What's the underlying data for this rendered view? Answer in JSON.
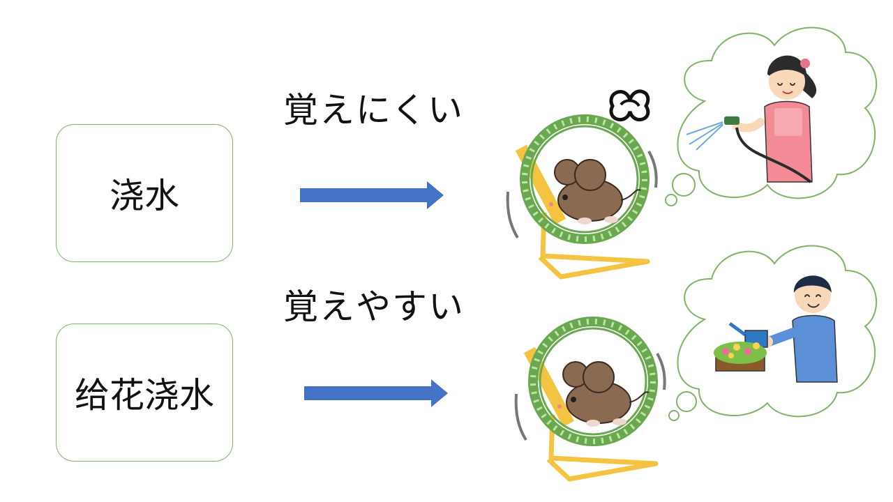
{
  "rows": [
    {
      "word": "浇水",
      "verdict": "覚えにくい"
    },
    {
      "word": "给花浇水",
      "verdict": "覚えやすい"
    }
  ],
  "colors": {
    "box_border": "#7fb36a",
    "arrow": "#4472c4",
    "wheel": "#6aa84f",
    "stand": "#f5c342",
    "mouse": "#8b6a52",
    "cloud_border": "#7fb36a"
  },
  "icons": [
    "arrow-right-icon",
    "hamster-wheel-icon",
    "mouse-icon",
    "thought-cloud-icon",
    "woman-hose-icon",
    "man-watering-can-icon",
    "dizzy-icon"
  ]
}
